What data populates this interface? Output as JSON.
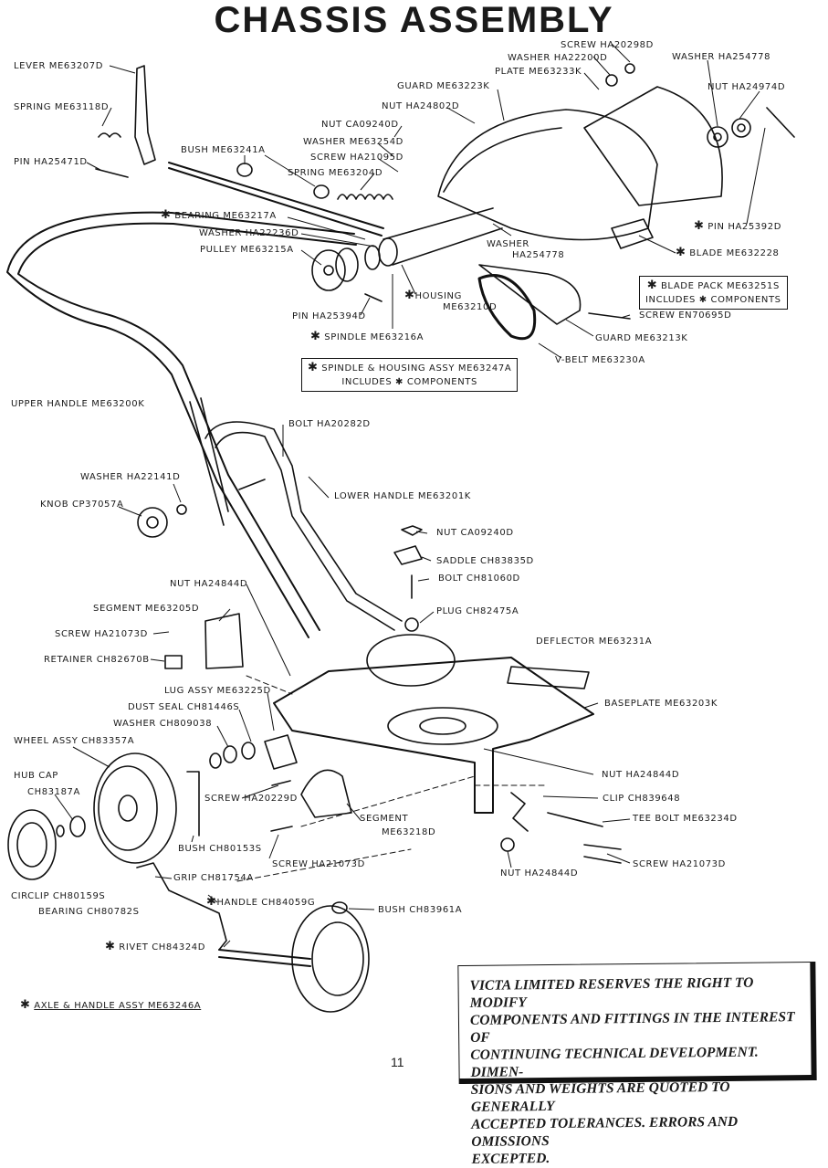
{
  "title": "CHASSIS ASSEMBLY",
  "labels": {
    "lever": "LEVER  ME63207D",
    "spring1": "SPRING  ME63118D",
    "pin1": "PIN  HA25471D",
    "bush1": "BUSH  ME63241A",
    "bearing": "BEARING  ME63217A",
    "washer1": "WASHER  HA22236D",
    "pulley": "PULLEY  ME63215A",
    "pin2": "PIN  HA25394D",
    "spindle": "SPINDLE  ME63216A",
    "housing_a": "HOUSING",
    "housing_b": "ME63210D",
    "screw1": "SCREW  HA20298D",
    "washer2": "WASHER  HA22200D",
    "plate": "PLATE  ME63233K",
    "guard1": "GUARD  ME63223K",
    "nut1": "NUT  HA24802D",
    "nut2": "NUT  CA09240D",
    "washer3": "WASHER  ME63254D",
    "screw2": "SCREW  HA21095D",
    "spring2": "SPRING  ME63204D",
    "washer4": "WASHER  HA254778",
    "washer5_a": "WASHER",
    "washer5_b": "HA254778",
    "nut3": "NUT  HA24974D",
    "pin3": "PIN  HA25392D",
    "blade": "BLADE  ME632228",
    "screw3": "SCREW  EN70695D",
    "guard2": "GUARD  ME63213K",
    "vbelt": "V-BELT  ME63230A",
    "upper_handle": "UPPER HANDLE  ME63200K",
    "bolt1": "BOLT  HA20282D",
    "lower_handle": "LOWER HANDLE  ME63201K",
    "washer6": "WASHER  HA22141D",
    "knob": "KNOB CP37057A",
    "nut4": "NUT  CA09240D",
    "saddle": "SADDLE  CH83835D",
    "bolt2": "BOLT  CH81060D",
    "plug": "PLUG  CH82475A",
    "nut5": "NUT  HA24844D",
    "segment1": "SEGMENT  ME63205D",
    "screw4": "SCREW  HA21073D",
    "retainer": "RETAINER  CH82670B",
    "deflector": "DEFLECTOR  ME63231A",
    "lug_assy": "LUG ASSY  ME63225D",
    "dust_seal": "DUST SEAL  CH81446S",
    "washer7": "WASHER  CH809038",
    "baseplate": "BASEPLATE  ME63203K",
    "wheel_assy": "WHEEL ASSY  CH83357A",
    "hub_cap_a": "HUB CAP",
    "hub_cap_b": "CH83187A",
    "nut6": "NUT  HA24844D",
    "clip": "CLIP  CH839648",
    "screw5": "SCREW  HA20229D",
    "tee_bolt": "TEE BOLT  ME63234D",
    "segment2_a": "SEGMENT",
    "segment2_b": "ME63218D",
    "bush2": "BUSH  CH80153S",
    "screw6": "SCREW  HA21073D",
    "screw7": "SCREW  HA21073D",
    "nut7": "NUT  HA24844D",
    "grip": "GRIP  CH81754A",
    "handle": "HANDLE  CH84059G",
    "bush3": "BUSH  CH83961A",
    "circlip": "CIRCLIP  CH80159S",
    "bearing2": "BEARING  CH80782S",
    "rivet": "RIVET  CH84324D"
  },
  "boxes": {
    "blade_pack_1": "BLADE PACK  ME63251S",
    "blade_pack_2": "INCLUDES ✱ COMPONENTS",
    "spindle_housing_1": "SPINDLE & HOUSING ASSY ME63247A",
    "spindle_housing_2": "INCLUDES ✱ COMPONENTS"
  },
  "footnote": "AXLE & HANDLE ASSY  ME63246A",
  "star": "✱",
  "disclaimer": [
    "VICTA LIMITED RESERVES THE RIGHT TO MODIFY",
    "COMPONENTS AND FITTINGS IN THE INTEREST OF",
    "CONTINUING TECHNICAL DEVELOPMENT. DIMEN-",
    "SIONS AND WEIGHTS ARE QUOTED TO GENERALLY",
    "ACCEPTED TOLERANCES.  ERRORS AND OMISSIONS",
    "EXCEPTED."
  ],
  "page_number": "11"
}
